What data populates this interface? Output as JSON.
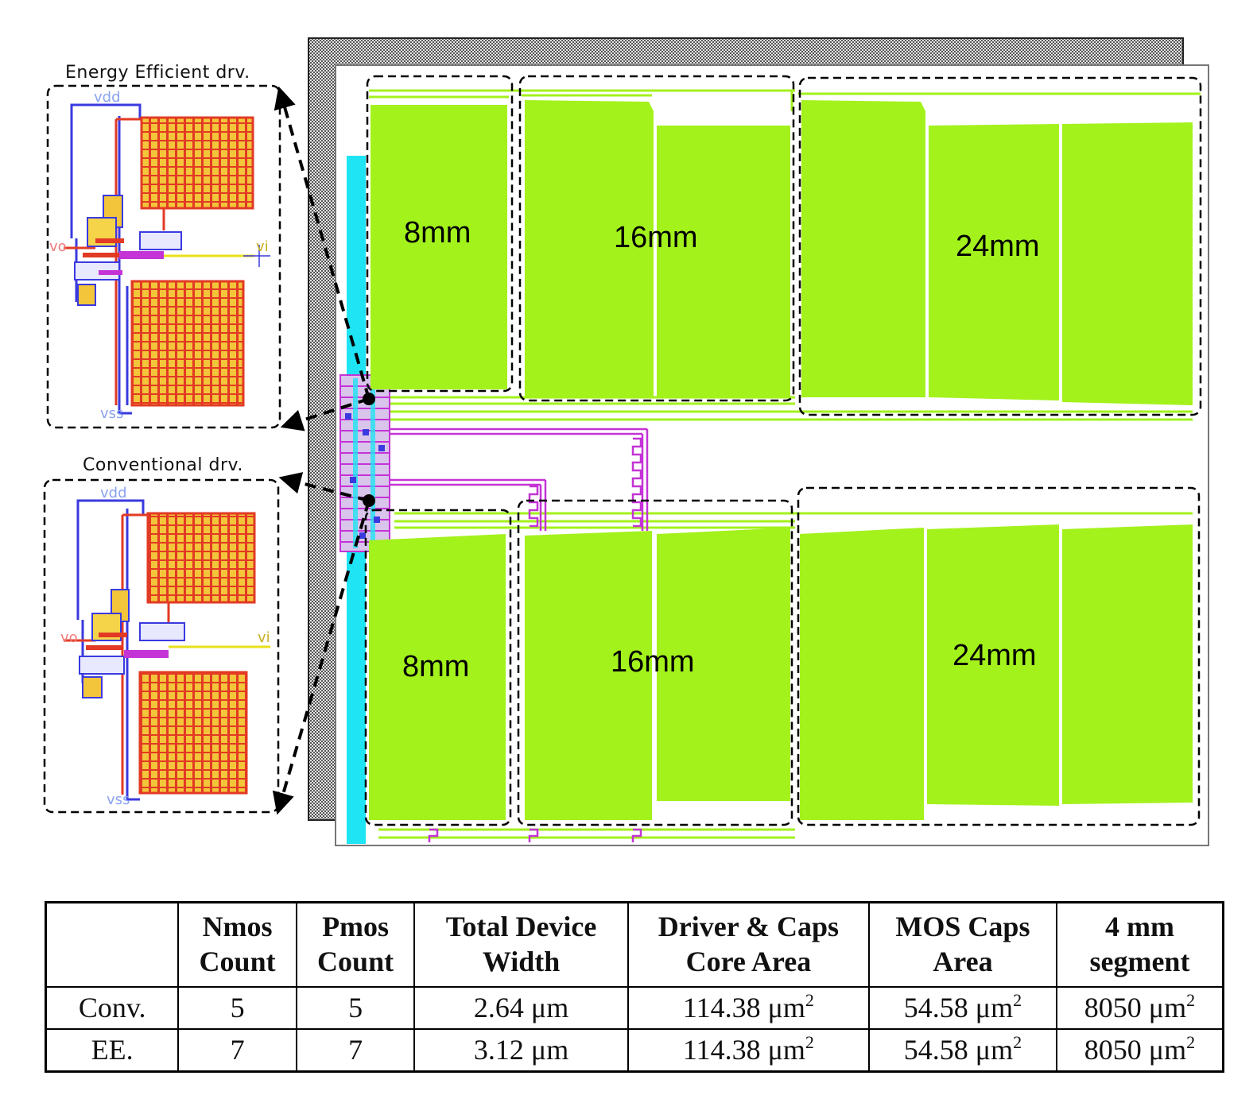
{
  "left_panels": {
    "energy_efficient": {
      "title": "Energy Efficient drv.",
      "pins": {
        "top": "vdd",
        "bottom": "vss",
        "left": "vo",
        "right": "vi"
      }
    },
    "conventional": {
      "title": "Conventional drv.",
      "pins": {
        "top": "vdd",
        "bottom": "vss",
        "left": "vo",
        "right": "vi"
      }
    }
  },
  "layout": {
    "top_row": [
      "8mm",
      "16mm",
      "24mm"
    ],
    "bottom_row": [
      "8mm",
      "16mm",
      "24mm"
    ],
    "colors": {
      "mos_caps": "#a3f21c",
      "supply_bar": "#1fe4f4",
      "metal_route": "#c433d6",
      "hatch": "#6b6b6b"
    }
  },
  "table": {
    "headers": [
      "",
      [
        "Nmos",
        "Count"
      ],
      [
        "Pmos",
        "Count"
      ],
      [
        "Total Device",
        "Width"
      ],
      [
        "Driver & Caps",
        "Core Area"
      ],
      [
        "MOS Caps",
        "Area"
      ],
      [
        "4 mm",
        "segment"
      ]
    ],
    "rows": [
      {
        "label": "Conv.",
        "nmos": "5",
        "pmos": "5",
        "width": "2.64 μm",
        "core_area": "114.38 μm",
        "core_area_exp": "2",
        "caps_area": "54.58 μm",
        "caps_area_exp": "2",
        "segment": "8050 μm",
        "segment_exp": "2"
      },
      {
        "label": "EE.",
        "nmos": "7",
        "pmos": "7",
        "width": "3.12 μm",
        "core_area": "114.38 μm",
        "core_area_exp": "2",
        "caps_area": "54.58 μm",
        "caps_area_exp": "2",
        "segment": "8050 μm",
        "segment_exp": "2"
      }
    ]
  }
}
